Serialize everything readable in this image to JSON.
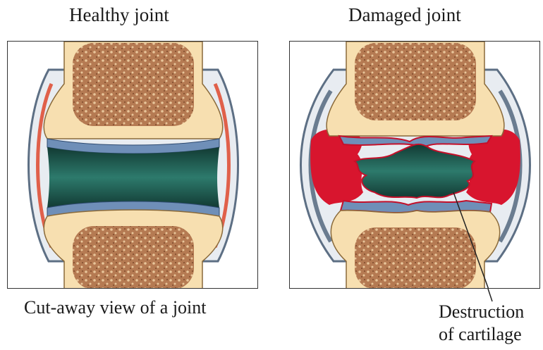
{
  "healthy": {
    "title": "Healthy joint",
    "caption": "Cut-away view of a joint"
  },
  "damaged": {
    "title": "Damaged joint",
    "annotation_line1": "Destruction",
    "annotation_line2": "of cartilage"
  },
  "colors": {
    "bone": "#f7dfb0",
    "marrow": "#a86b47",
    "cartilage": "#6f8fb8",
    "synovial_fluid": "#1f5a50",
    "capsule": "#5d6f84",
    "inflammation": "#d8152e"
  }
}
